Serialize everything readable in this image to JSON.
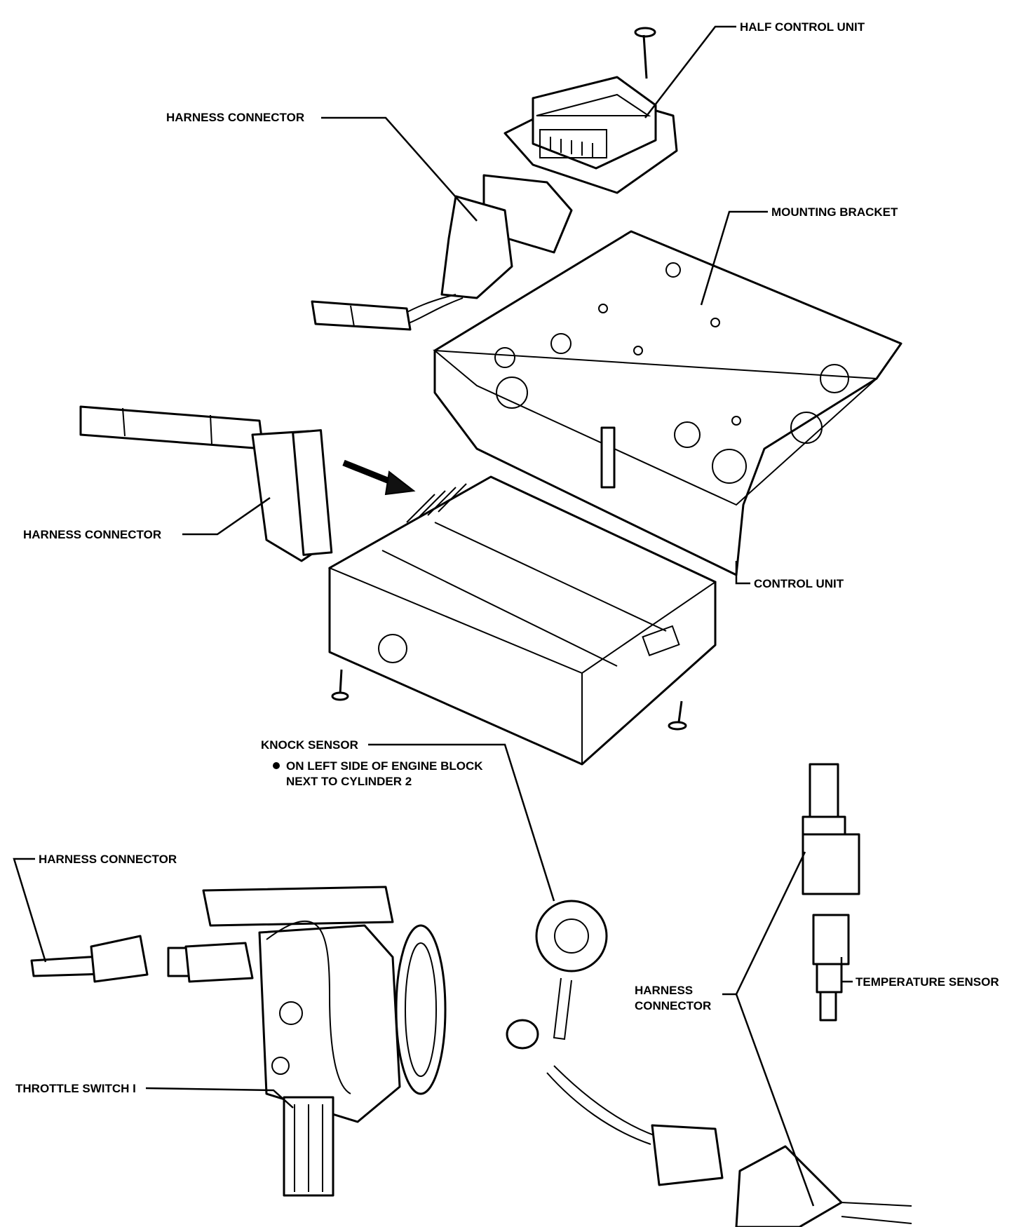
{
  "labels": {
    "half_control_unit": "HALF CONTROL UNIT",
    "harness_connector_top": "HARNESS CONNECTOR",
    "mounting_bracket": "MOUNTING BRACKET",
    "harness_connector_mid": "HARNESS CONNECTOR",
    "control_unit": "CONTROL UNIT",
    "knock_sensor": "KNOCK SENSOR",
    "knock_note_1": "ON LEFT SIDE OF ENGINE BLOCK",
    "knock_note_2": "NEXT TO CYLINDER 2",
    "harness_connector_left": "HARNESS CONNECTOR",
    "harness_connector_right_1": "HARNESS",
    "harness_connector_right_2": "CONNECTOR",
    "temperature_sensor": "TEMPERATURE SENSOR",
    "throttle_switch": "THROTTLE SWITCH I"
  }
}
